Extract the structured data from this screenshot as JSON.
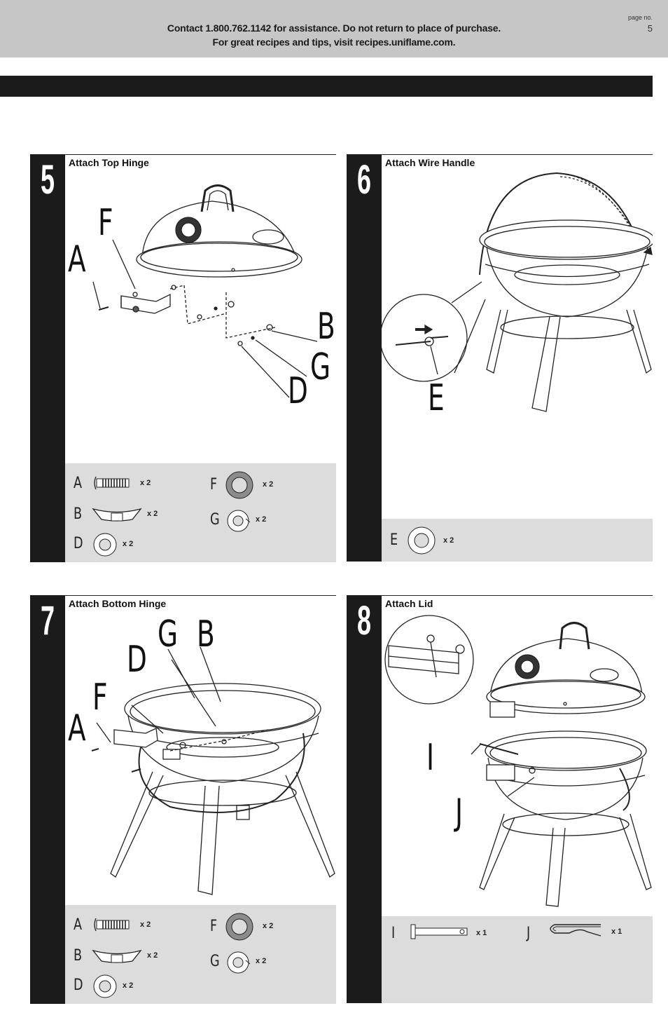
{
  "header": {
    "line1": "Contact 1.800.762.1142 for assistance. Do not return to place of purchase.",
    "line2": "For great recipes and tips, visit recipes.uniflame.com.",
    "page_label": "page no.",
    "page_number": "5"
  },
  "steps": [
    {
      "number": "5",
      "title": "Attach Top Hinge",
      "callouts": [
        "F",
        "A",
        "B",
        "G",
        "D"
      ],
      "parts": [
        {
          "letter": "A",
          "qty": "x 2",
          "icon": "bolt-icon"
        },
        {
          "letter": "F",
          "qty": "x 2",
          "icon": "spring-washer-icon"
        },
        {
          "letter": "B",
          "qty": "x 2",
          "icon": "wing-nut-icon"
        },
        {
          "letter": "G",
          "qty": "x 2",
          "icon": "lock-washer-icon"
        },
        {
          "letter": "D",
          "qty": "x 2",
          "icon": "flat-washer-icon"
        }
      ]
    },
    {
      "number": "6",
      "title": "Attach Wire Handle",
      "callouts": [
        "E"
      ],
      "parts": [
        {
          "letter": "E",
          "qty": "x 2",
          "icon": "flat-washer-icon"
        }
      ]
    },
    {
      "number": "7",
      "title": "Attach Bottom Hinge",
      "callouts": [
        "G",
        "B",
        "D",
        "F",
        "A"
      ],
      "parts": [
        {
          "letter": "A",
          "qty": "x 2",
          "icon": "bolt-icon"
        },
        {
          "letter": "F",
          "qty": "x 2",
          "icon": "spring-washer-icon"
        },
        {
          "letter": "B",
          "qty": "x 2",
          "icon": "wing-nut-icon"
        },
        {
          "letter": "G",
          "qty": "x 2",
          "icon": "lock-washer-icon"
        },
        {
          "letter": "D",
          "qty": "x 2",
          "icon": "flat-washer-icon"
        }
      ]
    },
    {
      "number": "8",
      "title": "Attach Lid",
      "callouts": [
        "I",
        "J"
      ],
      "parts": [
        {
          "letter": "I",
          "qty": "x 1",
          "icon": "hinge-pin-icon"
        },
        {
          "letter": "J",
          "qty": "x 1",
          "icon": "hitch-pin-clip-icon"
        }
      ]
    }
  ]
}
